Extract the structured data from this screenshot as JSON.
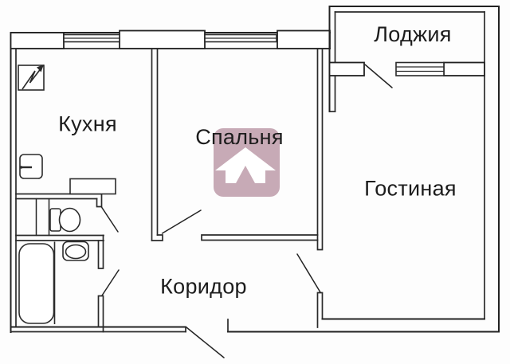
{
  "rooms": {
    "loggia": {
      "label": "Лоджия"
    },
    "kitchen": {
      "label": "Кухня"
    },
    "bedroom": {
      "label": "Спальня"
    },
    "living": {
      "label": "Гостиная"
    },
    "corridor": {
      "label": "Коридор"
    }
  },
  "watermark": {
    "icon": "house-icon",
    "color": "#c2a3b0",
    "glyph_color": "#ffffff"
  },
  "colors": {
    "wall": "#222222",
    "background": "#fdfdfd"
  }
}
